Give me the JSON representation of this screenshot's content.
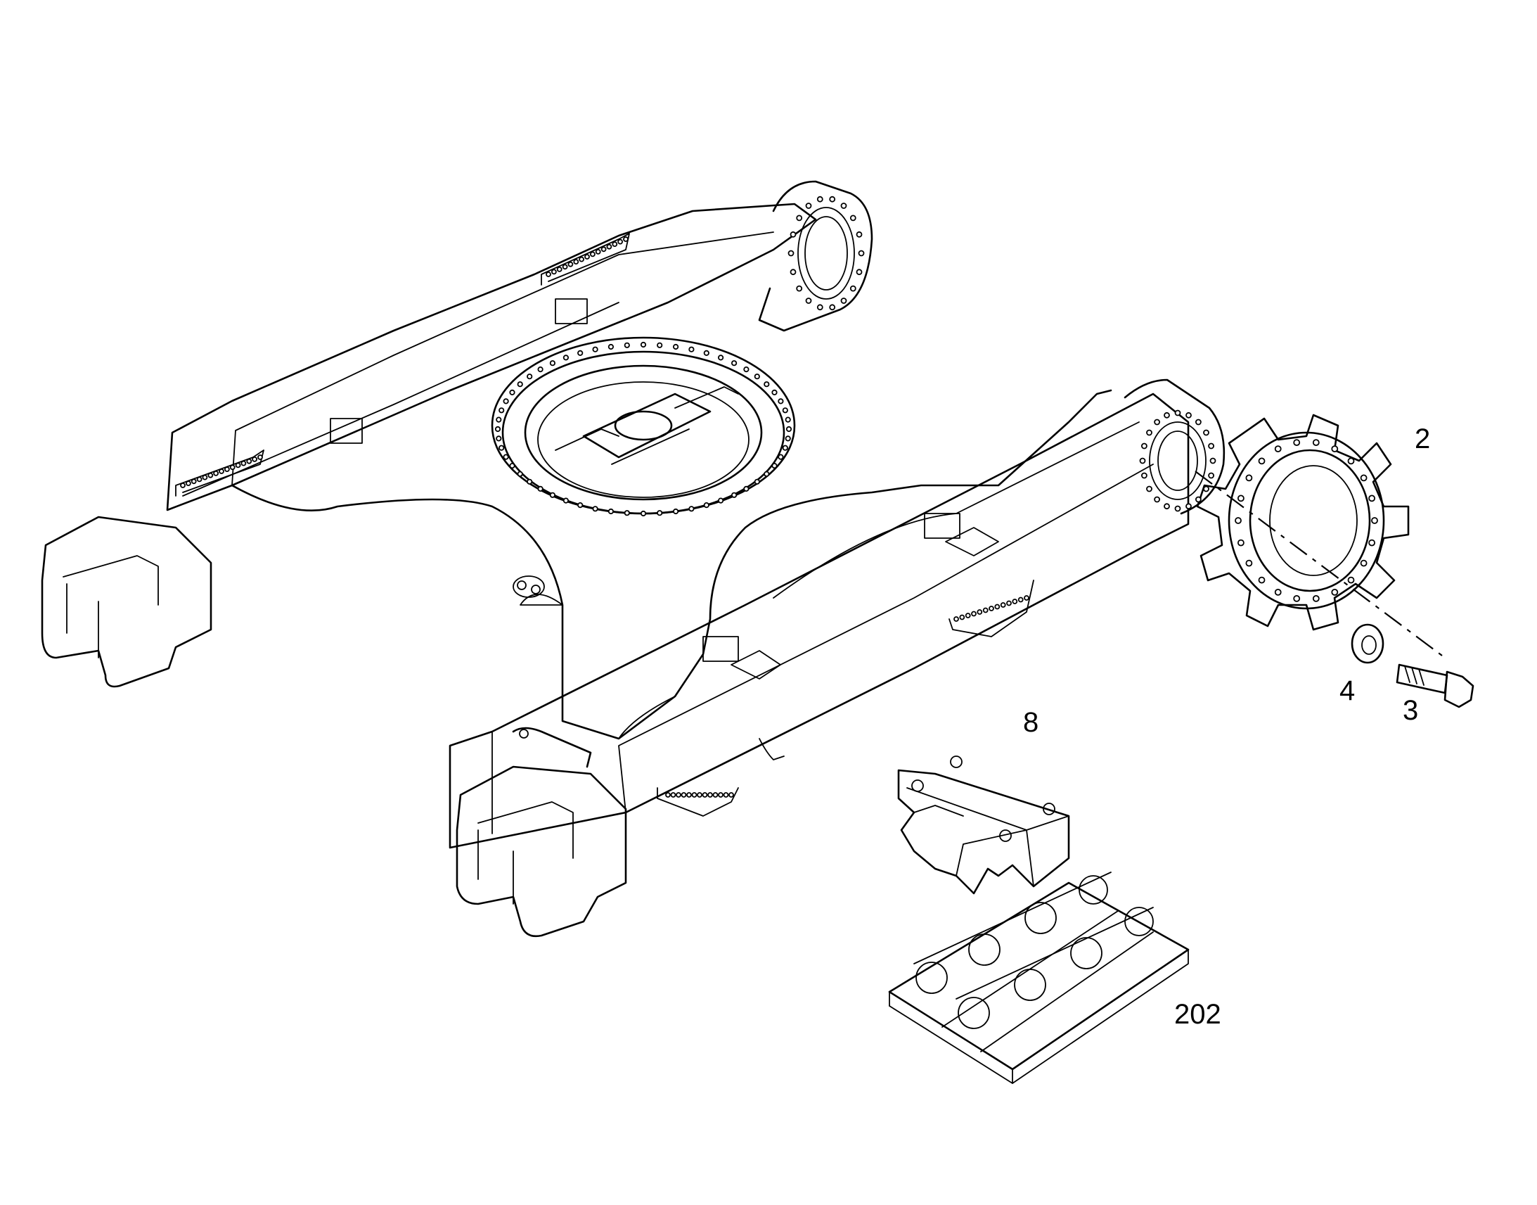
{
  "diagram": {
    "callouts": [
      {
        "id": "2",
        "label": "2"
      },
      {
        "id": "3",
        "label": "3"
      },
      {
        "id": "4",
        "label": "4"
      },
      {
        "id": "8",
        "label": "8"
      },
      {
        "id": "202",
        "label": "202"
      }
    ],
    "line_color": "#000000",
    "background_color": "#ffffff"
  }
}
